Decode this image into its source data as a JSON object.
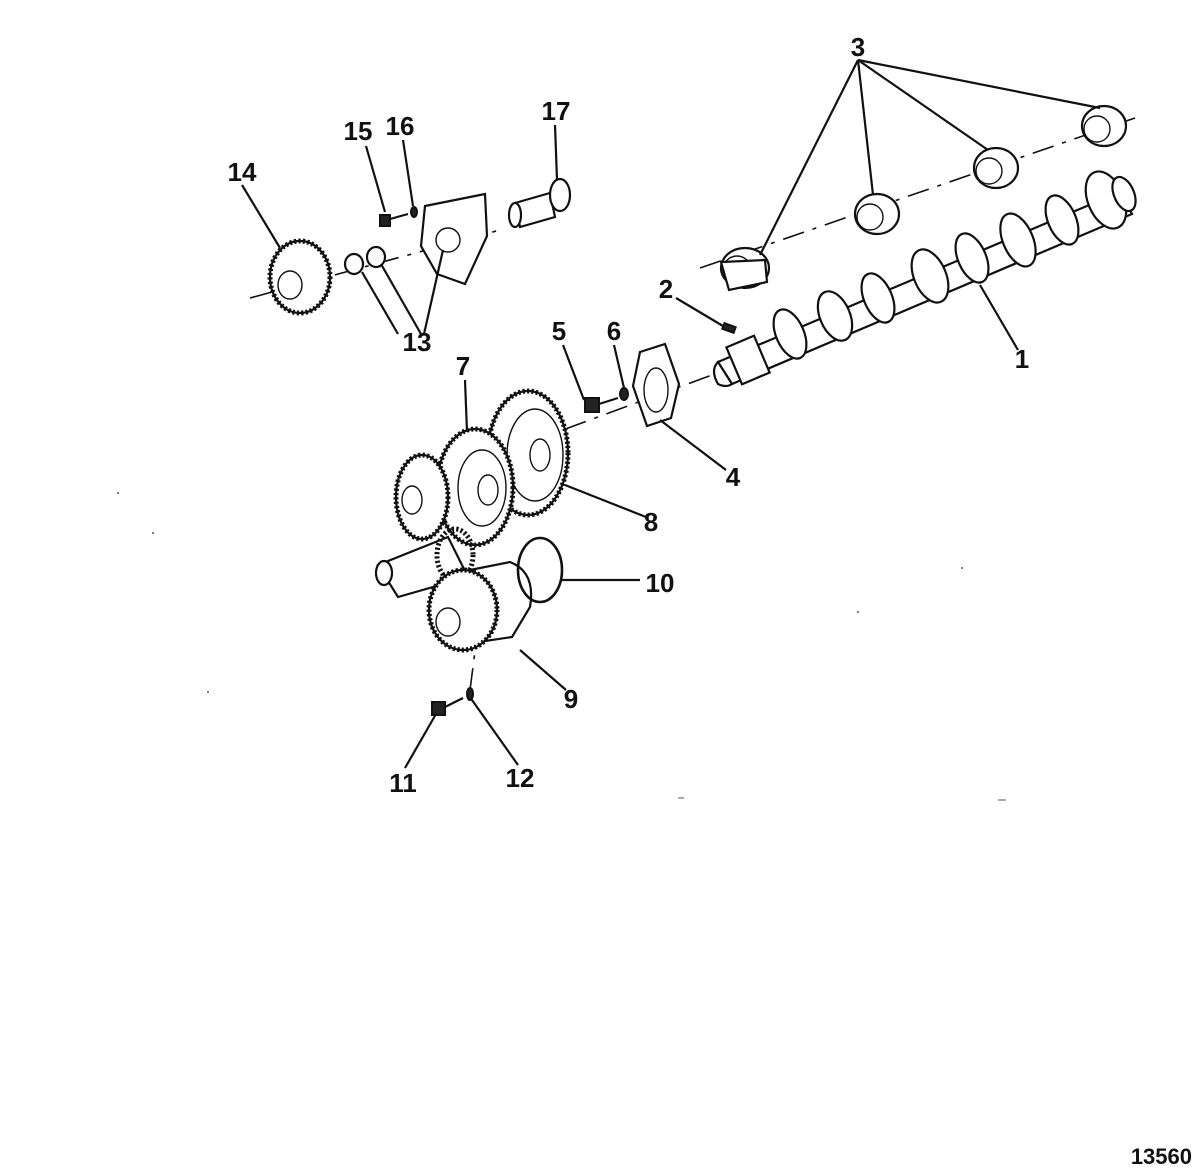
{
  "diagram": {
    "figure_number": "13560",
    "callouts": [
      "1",
      "2",
      "3",
      "4",
      "5",
      "6",
      "7",
      "8",
      "9",
      "10",
      "11",
      "12",
      "13",
      "14",
      "15",
      "16",
      "17"
    ]
  }
}
